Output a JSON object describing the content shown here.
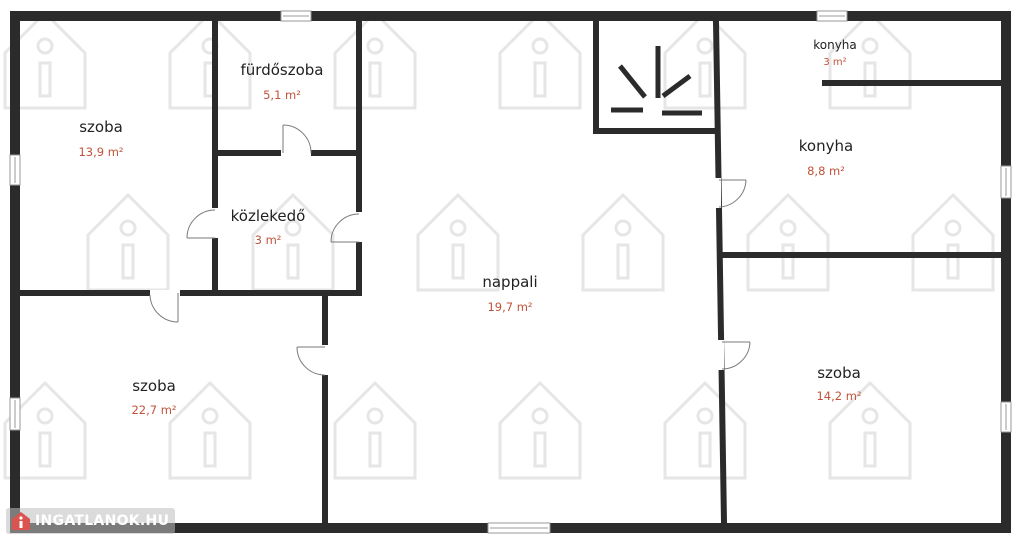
{
  "rooms": [
    {
      "id": "szoba1",
      "name": "szoba",
      "area": "13,9 m²"
    },
    {
      "id": "furdo",
      "name": "fürdőszoba",
      "area": "5,1 m²"
    },
    {
      "id": "kozl",
      "name": "közlekedő",
      "area": "3 m²"
    },
    {
      "id": "nappali",
      "name": "nappali",
      "area": "19,7 m²"
    },
    {
      "id": "konyha_small",
      "name": "konyha",
      "area": "3 m²"
    },
    {
      "id": "konyha",
      "name": "konyha",
      "area": "8,8 m²"
    },
    {
      "id": "szoba2",
      "name": "szoba",
      "area": "22,7 m²"
    },
    {
      "id": "szoba3",
      "name": "szoba",
      "area": "14,2 m²"
    }
  ],
  "watermark": {
    "text": "INGATLANOK.HU"
  },
  "colors": {
    "wall": "#2b2b2b",
    "area_text": "#c0533a",
    "label_text": "#222222",
    "watermark": "#e6e6e6"
  }
}
